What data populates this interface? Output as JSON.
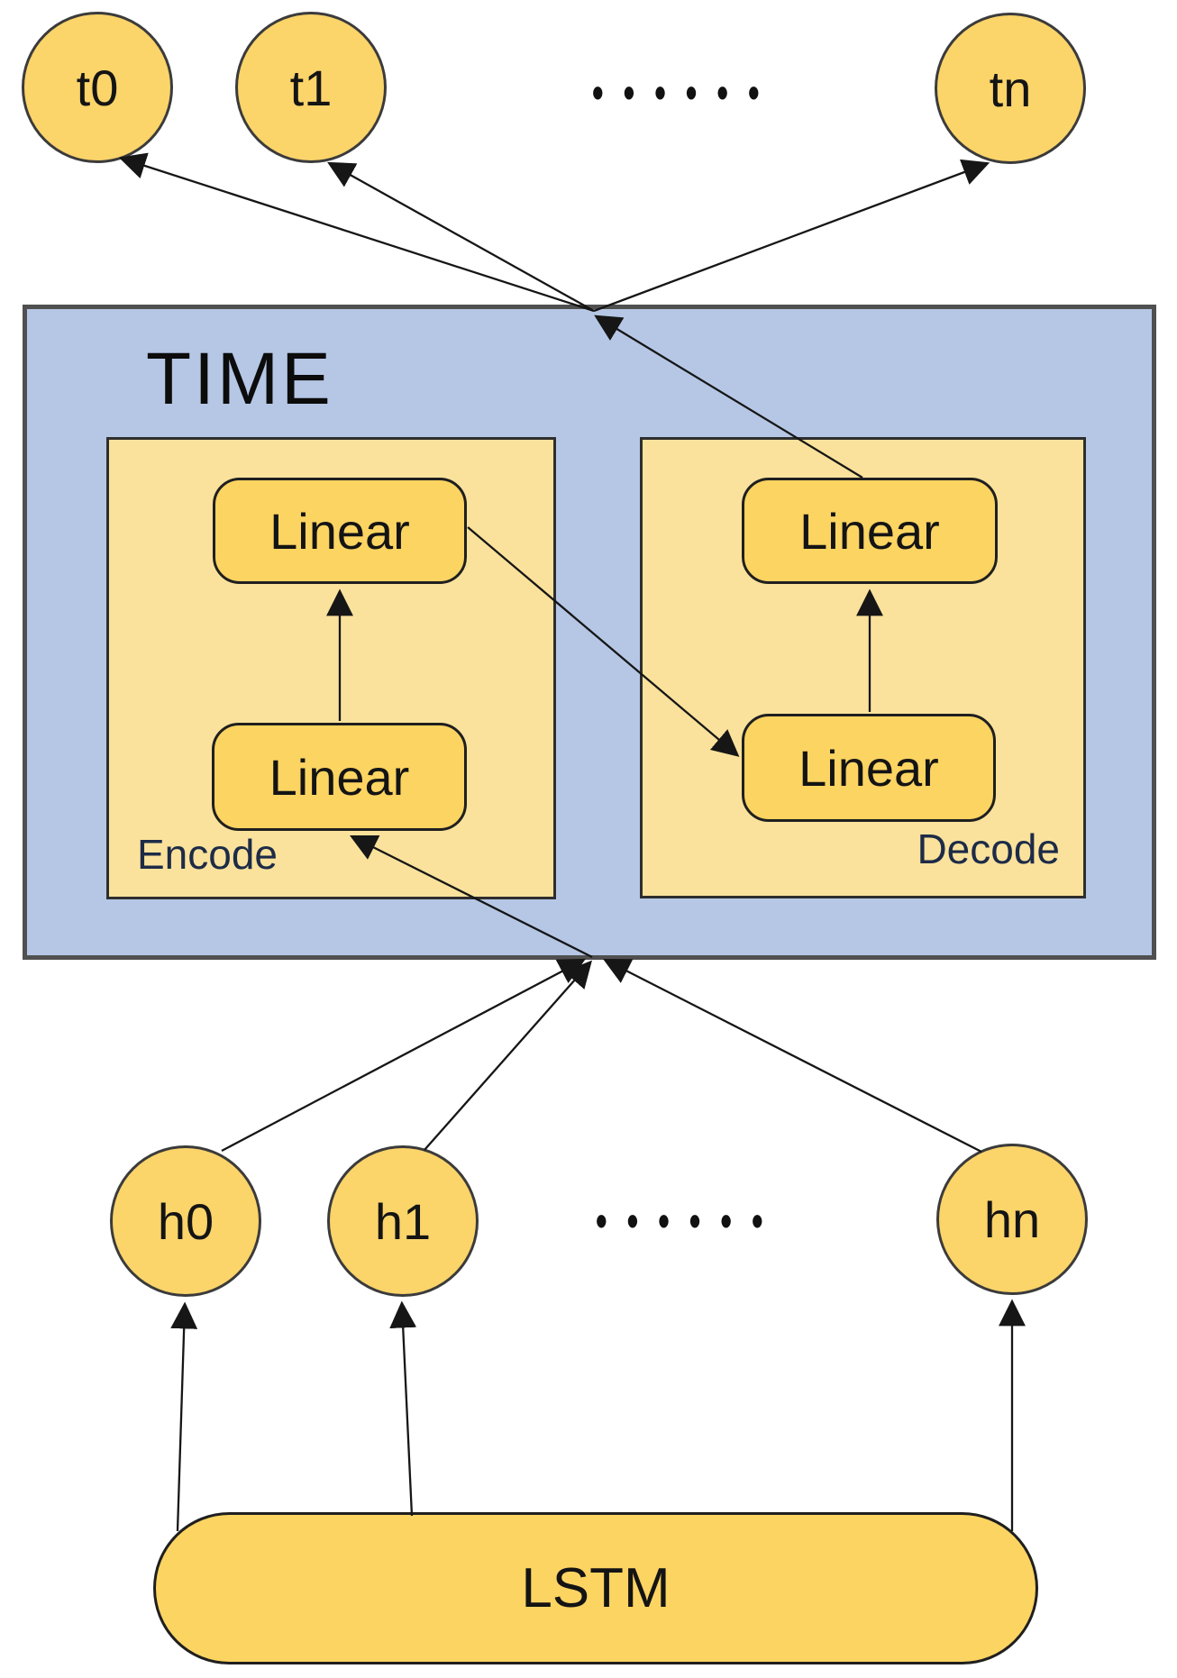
{
  "colors": {
    "node-fill": "#fbd46a",
    "node-border": "#3b3b3b",
    "panel-fill": "#b5c7e5",
    "panel-border": "#505050",
    "container-fill": "#fae29c",
    "container-border": "#2e2e2e",
    "pill-fill": "#fcd462",
    "pill-border": "#1f1f1f",
    "arrow": "#161616",
    "title": "#0c0c0c",
    "text": "#141414",
    "sublabel": "#1d2b47"
  },
  "panel": {
    "title": "TIME"
  },
  "encoder": {
    "label": "Encode",
    "top_linear": "Linear",
    "bottom_linear": "Linear"
  },
  "decoder": {
    "label": "Decode",
    "top_linear": "Linear",
    "bottom_linear": "Linear"
  },
  "outputs": {
    "t0": "t0",
    "t1": "t1",
    "tn": "tn",
    "ellipsis": "••••••"
  },
  "hidden": {
    "h0": "h0",
    "h1": "h1",
    "hn": "hn",
    "ellipsis": "••••••"
  },
  "lstm": {
    "label": "LSTM"
  }
}
